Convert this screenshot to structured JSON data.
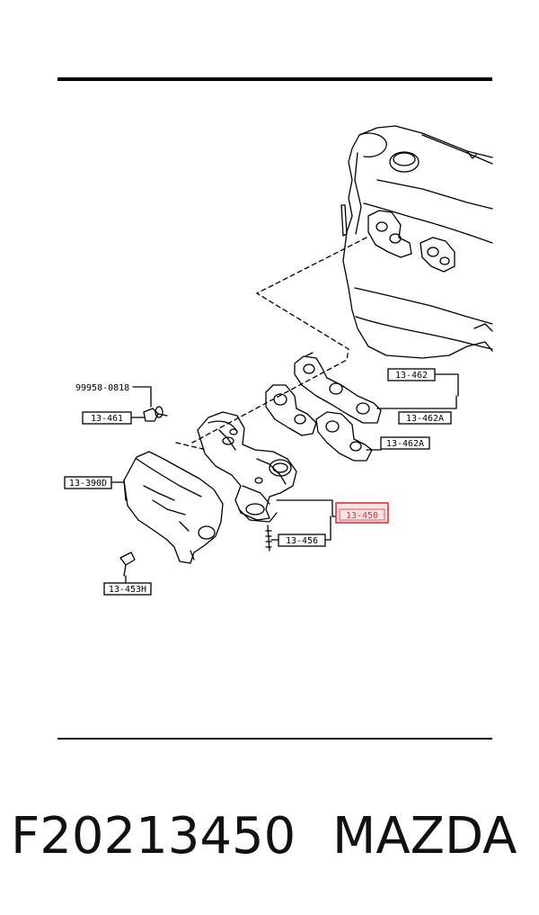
{
  "part": {
    "number": "F20213450",
    "brand": "MAZDA"
  },
  "labels": {
    "l_13_462": "13-462",
    "l_13_462A_1": "13-462A",
    "l_13_462A_2": "13-462A",
    "l_13_450": "13-450",
    "l_13_456": "13-456",
    "l_13_461": "13-461",
    "l_99958_0818": "99958-0818",
    "l_13_390D": "13-390D",
    "l_13_453H": "13-453H"
  },
  "colors": {
    "highlight": "#e0333a",
    "highlight_fill": "#fbe3e4",
    "ink": "#000000"
  }
}
